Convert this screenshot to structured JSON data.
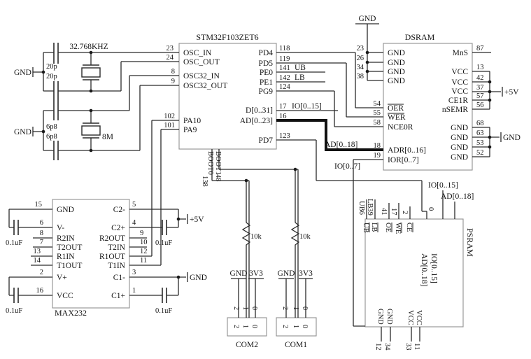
{
  "stm32": {
    "title": "STM32F103ZET6",
    "left": [
      {
        "name": "OSC_IN",
        "num": "23"
      },
      {
        "name": "OSC_OUT",
        "num": "24"
      },
      {
        "name": "OSC32_IN",
        "num": "8"
      },
      {
        "name": "OSC32_OUT",
        "num": "9"
      },
      {
        "name": "PA10",
        "num": "102"
      },
      {
        "name": "PA9",
        "num": "101"
      }
    ],
    "right": [
      {
        "name": "PD4",
        "num": "118"
      },
      {
        "name": "PD5",
        "num": "119"
      },
      {
        "name": "PE0",
        "num": "141",
        "net": "UB"
      },
      {
        "name": "PE1",
        "num": "142",
        "net": "LB"
      },
      {
        "name": "PG9",
        "num": "124"
      },
      {
        "name": "D[0..31]",
        "num": "17",
        "net": "IO[0..15]"
      },
      {
        "name": "AD[0..23]",
        "num": "16"
      },
      {
        "name": "PD7",
        "num": "123"
      }
    ],
    "boot1": "BOOT1",
    "boot1_num": "48",
    "boot0": "BOOT0",
    "boot0_num": "138"
  },
  "dsram": {
    "title": "DSRAM",
    "left": [
      {
        "name": "GND",
        "num": "23"
      },
      {
        "name": "GND",
        "num": "26"
      },
      {
        "name": "GND",
        "num": "34"
      },
      {
        "name": "GND",
        "num": "38"
      },
      {
        "name": "OER",
        "num": "54"
      },
      {
        "name": "WER",
        "num": "55"
      },
      {
        "name": "NCE0R",
        "num": "58"
      },
      {
        "name": "ADR[0..16]",
        "num": "18"
      },
      {
        "name": "IOR[0..7]",
        "num": "19"
      }
    ],
    "right": [
      {
        "name": "MnS",
        "num": "87"
      },
      {
        "name": "VCC",
        "num": "13"
      },
      {
        "name": "VCC",
        "num": "42"
      },
      {
        "name": "VCC",
        "num": "37"
      },
      {
        "name": "CE1R",
        "num": "57"
      },
      {
        "name": "nSEMR",
        "num": "56"
      },
      {
        "name": "GND",
        "num": "68"
      },
      {
        "name": "GND",
        "num": "63"
      },
      {
        "name": "GND",
        "num": "53"
      },
      {
        "name": "GND",
        "num": "52"
      }
    ]
  },
  "psram": {
    "title": "PSRAM",
    "bus_ad": "AD[0..18]",
    "bus_io": "IO[0..15]",
    "top": [
      {
        "name": "UB",
        "outer": "UB6"
      },
      {
        "name": "LB",
        "outer": "LB39"
      },
      {
        "name": "OE",
        "outer": "41"
      },
      {
        "name": "WE",
        "outer": "17"
      },
      {
        "name": "CE",
        "outer": "2"
      },
      {
        "name": "",
        "outer": "0"
      }
    ],
    "bottom": [
      {
        "name": "GND",
        "num": "12"
      },
      {
        "name": "GND",
        "num": "34"
      },
      {
        "name": "VCC",
        "num": "33"
      },
      {
        "name": "VCC",
        "num": "11"
      }
    ],
    "net_io": "IO[0..15]",
    "net_ad": "AD[0..18]"
  },
  "max232": {
    "title": "MAX232",
    "cap": "0.1uF",
    "left": [
      {
        "name": "GND",
        "num": "15"
      },
      {
        "name": "V-",
        "num": "6"
      },
      {
        "name": "R2IN",
        "num": "8"
      },
      {
        "name": "T2OUT",
        "num": "7"
      },
      {
        "name": "R1IN",
        "num": "13"
      },
      {
        "name": "T1OUT",
        "num": "14"
      },
      {
        "name": "V+",
        "num": "2"
      },
      {
        "name": "VCC",
        "num": "16"
      }
    ],
    "right": [
      {
        "name": "C2-",
        "num": "5"
      },
      {
        "name": "C2+",
        "num": "4"
      },
      {
        "name": "R2OUT",
        "num": "9"
      },
      {
        "name": "T2IN",
        "num": "10"
      },
      {
        "name": "R1OUT",
        "num": "12"
      },
      {
        "name": "T1IN",
        "num": "11"
      },
      {
        "name": "C1-",
        "num": "3"
      },
      {
        "name": "C1+",
        "num": "1"
      }
    ]
  },
  "osc": {
    "xtal1": "32.768KHZ",
    "cap1": "20p",
    "xtal2": "8M",
    "cap2": "6p8"
  },
  "res": {
    "r1": "10k",
    "r2": "10k"
  },
  "com": {
    "com1": "COM1",
    "com2": "COM2",
    "p0": "0",
    "p1": "1",
    "p2": "2"
  },
  "net": {
    "ad18": "AD[0..18]",
    "io7": "IO[0..7]"
  },
  "pwr": {
    "gnd": "GND",
    "p5v": "+5V",
    "v33": "3V3"
  },
  "colors": {
    "wire": "#2a2a2a",
    "box": "#8f8f8f",
    "text": "#141414"
  }
}
